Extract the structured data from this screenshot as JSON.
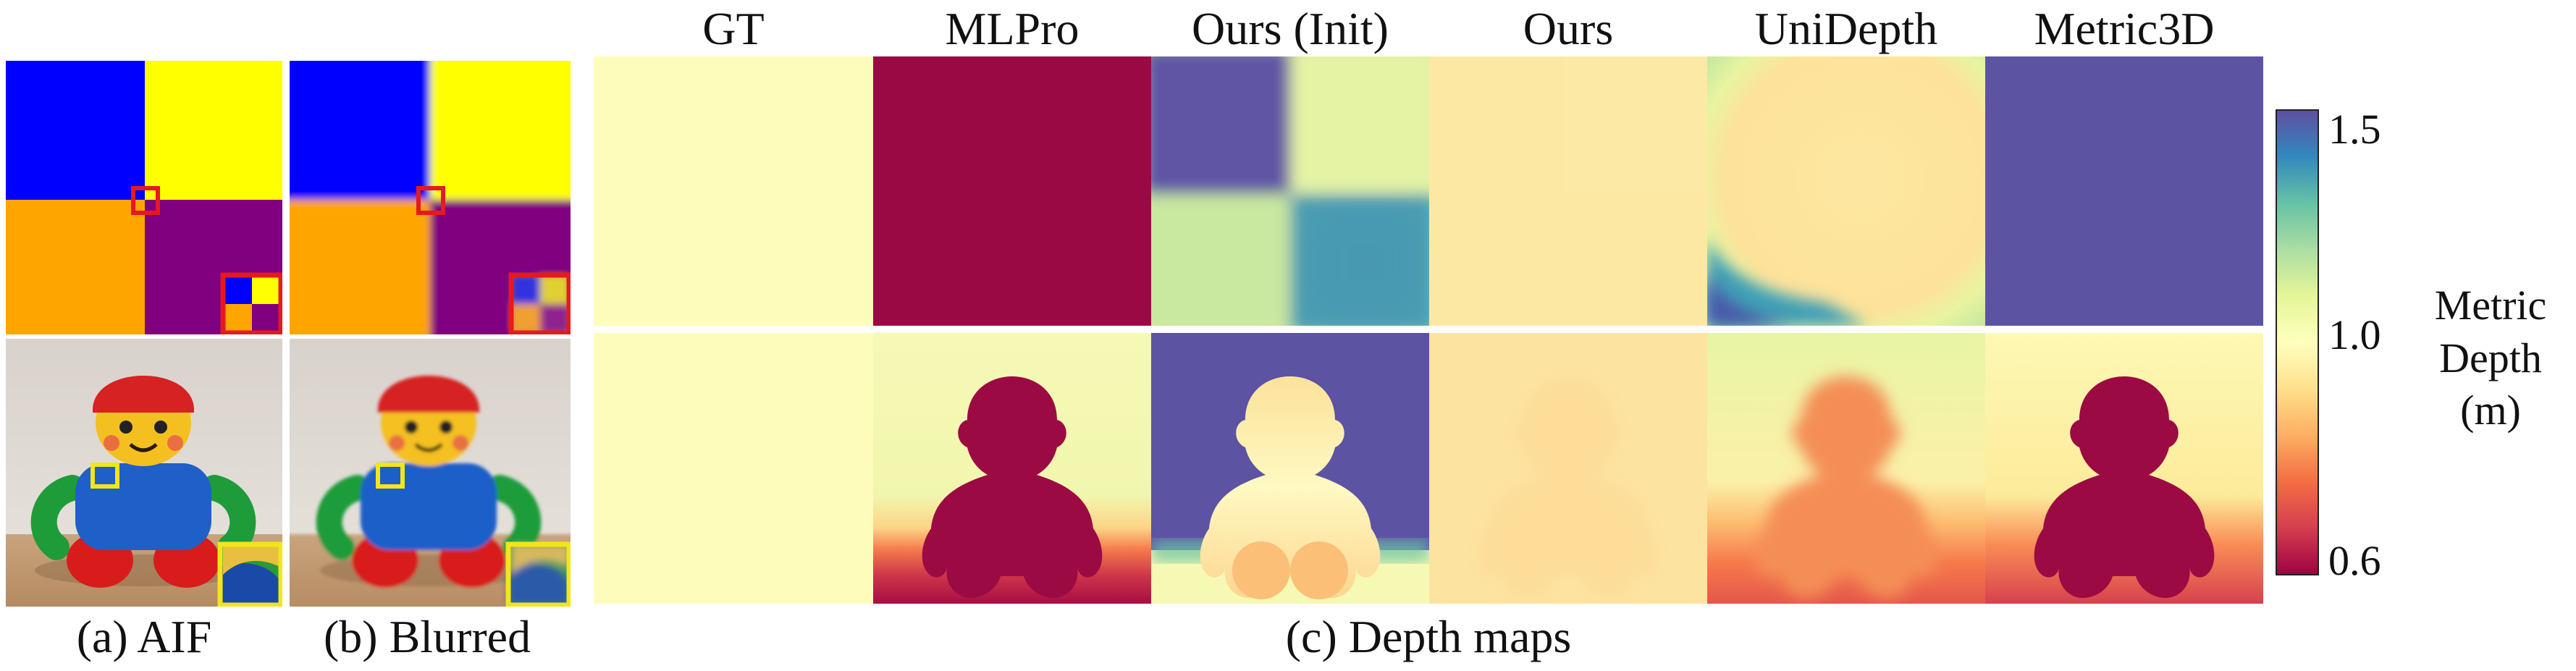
{
  "panels": {
    "aif": {
      "caption": "(a) AIF"
    },
    "blurred": {
      "caption": "(b) Blurred"
    },
    "depth": {
      "caption": "(c) Depth maps"
    }
  },
  "columns": [
    {
      "id": "gt",
      "label": "GT"
    },
    {
      "id": "mlpro",
      "label": "MLPro"
    },
    {
      "id": "ours-init",
      "label": "Ours (Init)"
    },
    {
      "id": "ours",
      "label": "Ours"
    },
    {
      "id": "unidepth",
      "label": "UniDepth"
    },
    {
      "id": "metric3d",
      "label": "Metric3D"
    }
  ],
  "colorbar": {
    "title_lines": [
      "Metric",
      "Depth",
      "(m)"
    ],
    "ticks": [
      {
        "label": "1.5",
        "value": 1.5
      },
      {
        "label": "1.0",
        "value": 1.0
      },
      {
        "label": "0.6",
        "value": 0.6
      }
    ],
    "min": 0.6,
    "max": 1.55,
    "colormap": "Spectral"
  },
  "colors": {
    "checker_blue": "#0000ff",
    "checker_yellow": "#ffff00",
    "checker_orange": "#ffa500",
    "checker_purple": "#800080",
    "highlight_red": "#e5191f",
    "highlight_yellow": "#f2e51a",
    "depth_gt": "#fefcbb",
    "depth_mlpro": "#9a0944",
    "depth_far": "#5d53a3",
    "depth_ours": "#fde8a3"
  }
}
